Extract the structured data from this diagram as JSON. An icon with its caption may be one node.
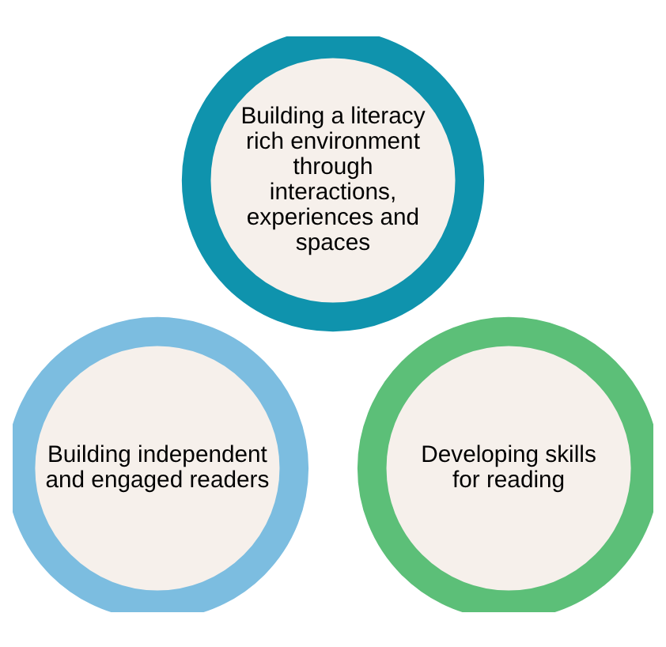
{
  "diagram": {
    "nodes": [
      {
        "text": [
          "Building a literacy rich environment through interactions, experiences and spaces"
        ]
      },
      {
        "text": [
          "Building independent and engaged readers"
        ]
      },
      {
        "text": [
          "Developing skills for reading"
        ]
      }
    ]
  }
}
